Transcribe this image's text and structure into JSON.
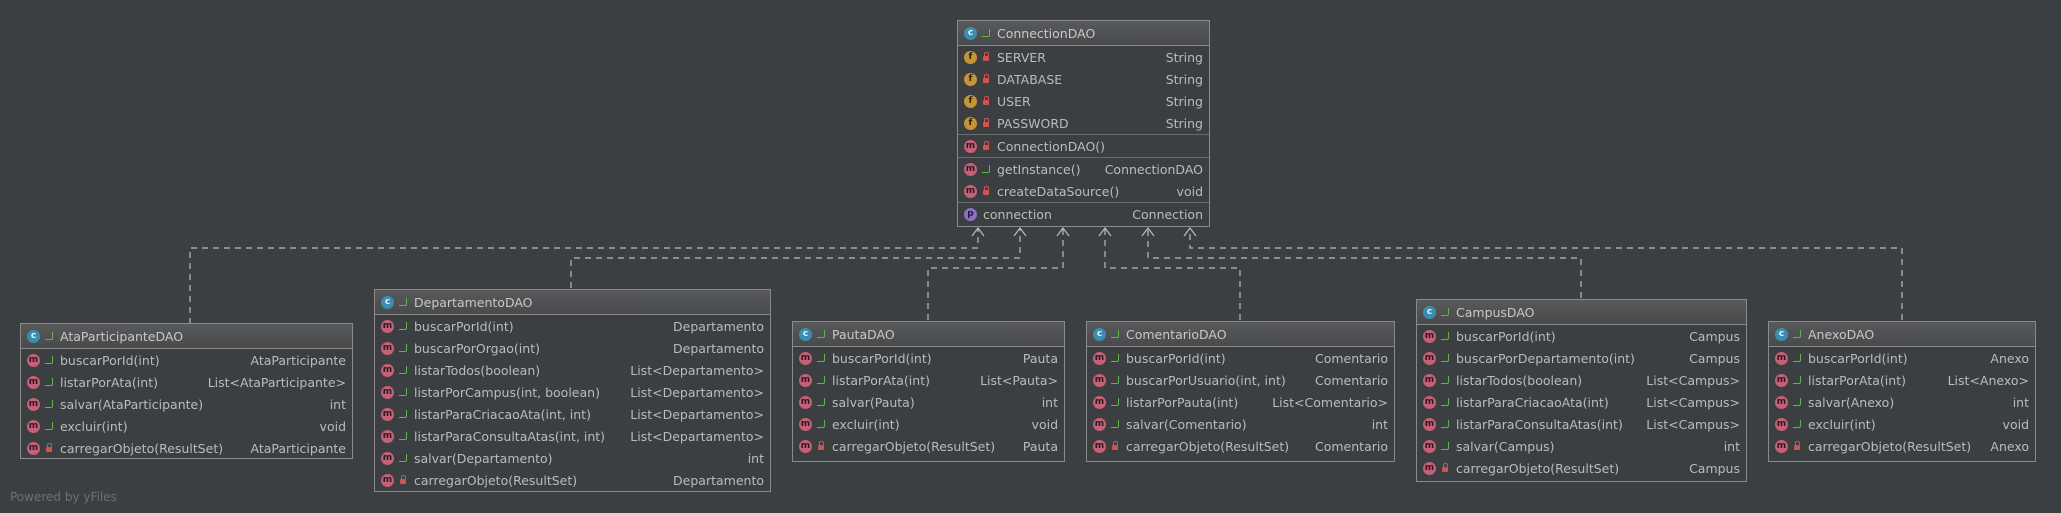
{
  "footer": "Powered by yFiles",
  "colors": {
    "background": "#3c3f41",
    "edge": "#bbbbbb",
    "class_icon": "#3a8fb0",
    "method_icon": "#c65f78",
    "field_icon": "#c79434",
    "property_icon": "#8e6fc4",
    "public": "#62b543",
    "private": "#d0534f"
  },
  "classes": {
    "connection": {
      "name": "ConnectionDAO",
      "fields": [
        {
          "name": "SERVER",
          "type": "String"
        },
        {
          "name": "DATABASE",
          "type": "String"
        },
        {
          "name": "USER",
          "type": "String"
        },
        {
          "name": "PASSWORD",
          "type": "String"
        }
      ],
      "constructor": {
        "name": "ConnectionDAO()"
      },
      "methods": [
        {
          "name": "getInstance()",
          "type": "ConnectionDAO"
        },
        {
          "name": "createDataSource()",
          "type": "void"
        }
      ],
      "property": {
        "name": "connection",
        "type": "Connection"
      }
    },
    "ata": {
      "name": "AtaParticipanteDAO",
      "methods": [
        {
          "name": "buscarPorId(int)",
          "type": "AtaParticipante"
        },
        {
          "name": "listarPorAta(int)",
          "type": "List<AtaParticipante>"
        },
        {
          "name": "salvar(AtaParticipante)",
          "type": "int"
        },
        {
          "name": "excluir(int)",
          "type": "void"
        },
        {
          "name": "carregarObjeto(ResultSet)",
          "type": "AtaParticipante"
        }
      ]
    },
    "departamento": {
      "name": "DepartamentoDAO",
      "methods": [
        {
          "name": "buscarPorId(int)",
          "type": "Departamento"
        },
        {
          "name": "buscarPorOrgao(int)",
          "type": "Departamento"
        },
        {
          "name": "listarTodos(boolean)",
          "type": "List<Departamento>"
        },
        {
          "name": "listarPorCampus(int, boolean)",
          "type": "List<Departamento>"
        },
        {
          "name": "listarParaCriacaoAta(int, int)",
          "type": "List<Departamento>"
        },
        {
          "name": "listarParaConsultaAtas(int, int)",
          "type": "List<Departamento>"
        },
        {
          "name": "salvar(Departamento)",
          "type": "int"
        },
        {
          "name": "carregarObjeto(ResultSet)",
          "type": "Departamento"
        }
      ]
    },
    "pauta": {
      "name": "PautaDAO",
      "methods": [
        {
          "name": "buscarPorId(int)",
          "type": "Pauta"
        },
        {
          "name": "listarPorAta(int)",
          "type": "List<Pauta>"
        },
        {
          "name": "salvar(Pauta)",
          "type": "int"
        },
        {
          "name": "excluir(int)",
          "type": "void"
        },
        {
          "name": "carregarObjeto(ResultSet)",
          "type": "Pauta"
        }
      ]
    },
    "comentario": {
      "name": "ComentarioDAO",
      "methods": [
        {
          "name": "buscarPorId(int)",
          "type": "Comentario"
        },
        {
          "name": "buscarPorUsuario(int, int)",
          "type": "Comentario"
        },
        {
          "name": "listarPorPauta(int)",
          "type": "List<Comentario>"
        },
        {
          "name": "salvar(Comentario)",
          "type": "int"
        },
        {
          "name": "carregarObjeto(ResultSet)",
          "type": "Comentario"
        }
      ]
    },
    "campus": {
      "name": "CampusDAO",
      "methods": [
        {
          "name": "buscarPorId(int)",
          "type": "Campus"
        },
        {
          "name": "buscarPorDepartamento(int)",
          "type": "Campus"
        },
        {
          "name": "listarTodos(boolean)",
          "type": "List<Campus>"
        },
        {
          "name": "listarParaCriacaoAta(int)",
          "type": "List<Campus>"
        },
        {
          "name": "listarParaConsultaAtas(int)",
          "type": "List<Campus>"
        },
        {
          "name": "salvar(Campus)",
          "type": "int"
        },
        {
          "name": "carregarObjeto(ResultSet)",
          "type": "Campus"
        }
      ]
    },
    "anexo": {
      "name": "AnexoDAO",
      "methods": [
        {
          "name": "buscarPorId(int)",
          "type": "Anexo"
        },
        {
          "name": "listarPorAta(int)",
          "type": "List<Anexo>"
        },
        {
          "name": "salvar(Anexo)",
          "type": "int"
        },
        {
          "name": "excluir(int)",
          "type": "void"
        },
        {
          "name": "carregarObjeto(ResultSet)",
          "type": "Anexo"
        }
      ]
    }
  }
}
